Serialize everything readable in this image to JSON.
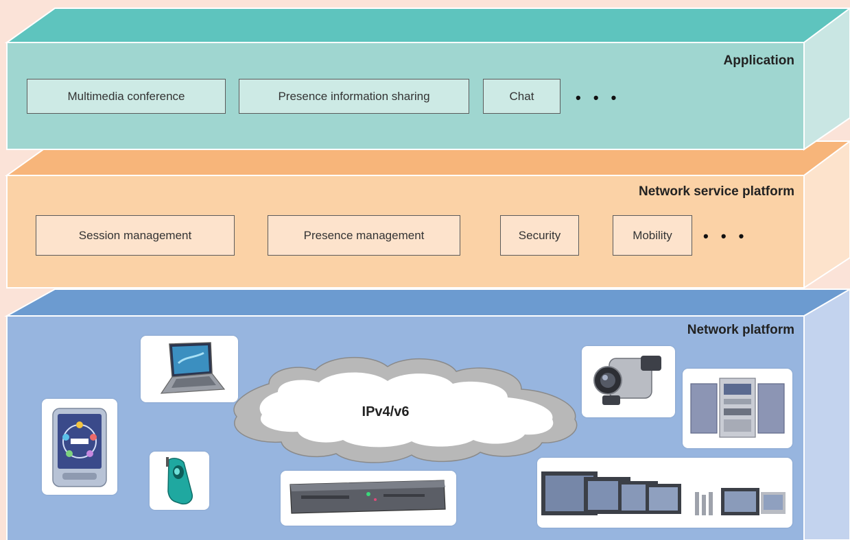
{
  "layers": {
    "application": {
      "title": "Application",
      "items": [
        "Multimedia conference",
        "Presence information sharing",
        "Chat"
      ],
      "more": "• • •"
    },
    "network_service_platform": {
      "title": "Network service platform",
      "items": [
        "Session management",
        "Presence management",
        "Security",
        "Mobility"
      ],
      "more": "• • •"
    },
    "network_platform": {
      "title": "Network platform",
      "cloud_label": "IPv4/v6"
    }
  },
  "colors": {
    "background": "#fbe3d8",
    "application_front": "#9fd6d0",
    "application_top": "#5ec4be",
    "application_side": "#c9e6e3",
    "nsp_front": "#fbd2a6",
    "nsp_top": "#f7b57a",
    "nsp_side": "#fde3cc",
    "network_front": "#97b5df",
    "network_top": "#6c9bd0",
    "network_side": "#c3d3ee"
  },
  "devices": [
    {
      "name": "laptop-icon"
    },
    {
      "name": "pda-icon"
    },
    {
      "name": "mobile-phone-icon"
    },
    {
      "name": "set-top-box-icon"
    },
    {
      "name": "camcorder-icon"
    },
    {
      "name": "stereo-system-icon"
    },
    {
      "name": "displays-icon"
    }
  ]
}
